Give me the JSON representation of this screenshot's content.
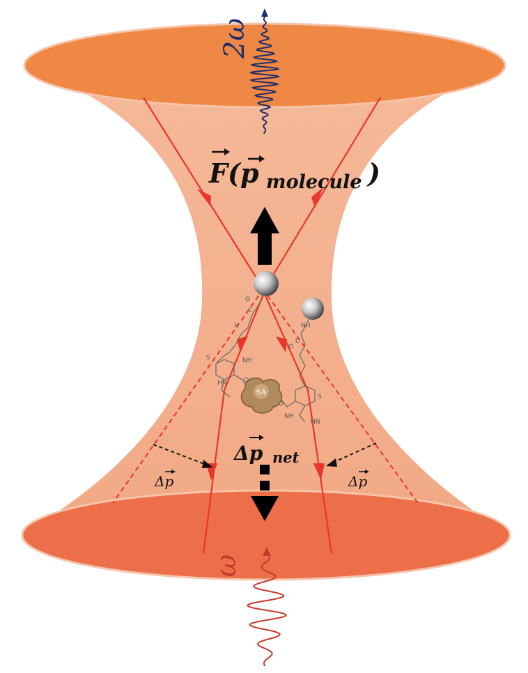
{
  "labels": {
    "force": "F(p",
    "force_sub": "molecule",
    "force_close": ")",
    "delta_net": "Δp",
    "delta_net_sub": "net",
    "delta_left": "Δp",
    "delta_right": "Δp",
    "omega2": "2ω",
    "omega": "ω",
    "sa": "SA"
  },
  "colors": {
    "top_ellipse": "#ef8844",
    "bottom_ellipse": "#ec6f4a",
    "body": "#f3b08d",
    "ray": "#e8362a",
    "wave_blue": "#1f2d6b",
    "wave_red": "#c43a2e",
    "arrow": "#000000"
  }
}
